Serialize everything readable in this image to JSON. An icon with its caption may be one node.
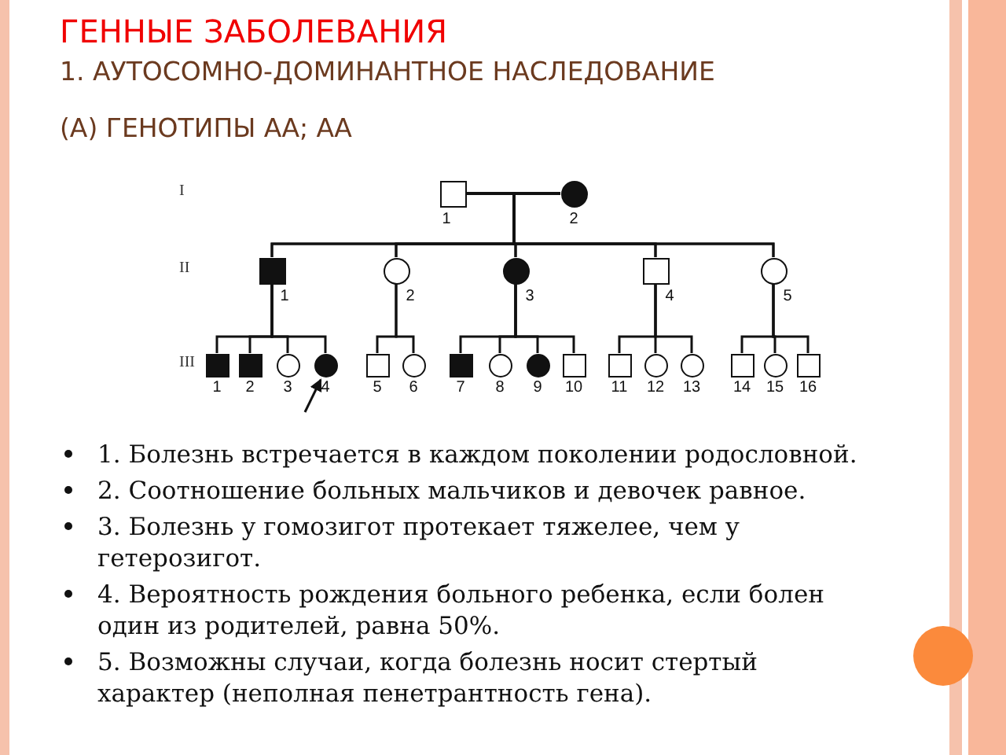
{
  "diagram": {
    "title": "ГЕННЫЕ ЗАБОЛЕВАНИЯ",
    "nodes": [
      {
        "text": [],
        "shape": "box",
        "beside": [
          "1"
        ]
      },
      {
        "text": [],
        "shape": "disc",
        "beside": [
          "2"
        ]
      },
      {
        "text": [],
        "shape": "block",
        "beside": [
          "1"
        ]
      },
      {
        "text": [],
        "shape": "circle",
        "beside": [
          "2"
        ]
      },
      {
        "text": [],
        "shape": "disc",
        "beside": [
          "3"
        ]
      },
      {
        "text": [],
        "shape": "box",
        "beside": [
          "4"
        ]
      },
      {
        "text": [],
        "shape": "circle",
        "beside": [
          "5"
        ]
      },
      {
        "text": [],
        "shape": "block",
        "beside": [
          "1"
        ]
      },
      {
        "text": [],
        "shape": "block",
        "beside": [
          "2"
        ]
      },
      {
        "text": [],
        "shape": "circle",
        "beside": [
          "3"
        ]
      },
      {
        "text": [],
        "shape": "disc",
        "beside": [
          "4"
        ]
      },
      {
        "text": [],
        "shape": "box",
        "beside": [
          "5"
        ]
      },
      {
        "text": [],
        "shape": "circle",
        "beside": [
          "6"
        ]
      },
      {
        "text": [],
        "shape": "block",
        "beside": [
          "7"
        ]
      },
      {
        "text": [],
        "shape": "circle",
        "beside": [
          "8"
        ]
      },
      {
        "text": [],
        "shape": "disc",
        "beside": [
          "9"
        ]
      },
      {
        "text": [],
        "shape": "box",
        "beside": [
          "10"
        ]
      },
      {
        "text": [],
        "shape": "box",
        "beside": [
          "11"
        ]
      },
      {
        "text": [],
        "shape": "circle",
        "beside": [
          "12"
        ]
      },
      {
        "text": [],
        "shape": "circle",
        "beside": [
          "13"
        ]
      },
      {
        "text": [],
        "shape": "box",
        "beside": [
          "14"
        ]
      },
      {
        "text": [],
        "shape": "circle",
        "beside": [
          "15"
        ]
      },
      {
        "text": [],
        "shape": "box",
        "beside": [
          "16"
        ]
      }
    ],
    "edges": [
      {
        "from": 0,
        "to": 1,
        "arrow": "none"
      },
      {
        "from": 0,
        "to": 2,
        "arrow": "none"
      },
      {
        "from": 1,
        "to": 2,
        "arrow": "none"
      },
      {
        "from": 0,
        "to": 3,
        "arrow": "none"
      },
      {
        "from": 1,
        "to": 3,
        "arrow": "none"
      },
      {
        "from": 0,
        "to": 4,
        "arrow": "none"
      },
      {
        "from": 1,
        "to": 4,
        "arrow": "none"
      },
      {
        "from": 0,
        "to": 5,
        "arrow": "none"
      },
      {
        "from": 1,
        "to": 5,
        "arrow": "none"
      },
      {
        "from": 0,
        "to": 6,
        "arrow": "none"
      },
      {
        "from": 1,
        "to": 6,
        "arrow": "none"
      },
      {
        "from": 2,
        "to": 7,
        "arrow": "none"
      },
      {
        "from": 2,
        "to": 8,
        "arrow": "none"
      },
      {
        "from": 2,
        "to": 9,
        "arrow": "none"
      },
      {
        "from": 2,
        "to": 10,
        "arrow": "none"
      },
      {
        "from": 3,
        "to": 11,
        "arrow": "none"
      },
      {
        "from": 3,
        "to": 12,
        "arrow": "none"
      },
      {
        "from": 4,
        "to": 13,
        "arrow": "none"
      },
      {
        "from": 4,
        "to": 14,
        "arrow": "none"
      },
      {
        "from": 4,
        "to": 15,
        "arrow": "none"
      },
      {
        "from": 4,
        "to": 16,
        "arrow": "none"
      },
      {
        "from": 5,
        "to": 17,
        "arrow": "none"
      },
      {
        "from": 5,
        "to": 18,
        "arrow": "none"
      },
      {
        "from": 5,
        "to": 19,
        "arrow": "none"
      },
      {
        "from": 6,
        "to": 20,
        "arrow": "none"
      },
      {
        "from": 6,
        "to": 21,
        "arrow": "none"
      },
      {
        "from": 6,
        "to": 22,
        "arrow": "none"
      },
      {
        "from": null,
        "to": 10,
        "arrow": "to"
      }
    ],
    "labels": [
      "1. АУТОСОМНО-ДОМИНАНТНОЕ НАСЛЕДОВАНИЕ",
      "(А) ГЕНОТИПЫ АА; АА",
      "I",
      "II",
      "III",
      "1. Болезнь встречается в каждом поколении родословной.",
      "2. Соотношение больных мальчиков и девочек равное.",
      "3. Болезнь у гомозигот протекает тяжелее, чем у гетерозигот.",
      "4. Вероятность рождения больного ребенка, если болен один из родителей, равна 50%.",
      "5. Возможны случаи, когда болезнь носит стертый характер (неполная пенетрантность гена)."
    ]
  }
}
